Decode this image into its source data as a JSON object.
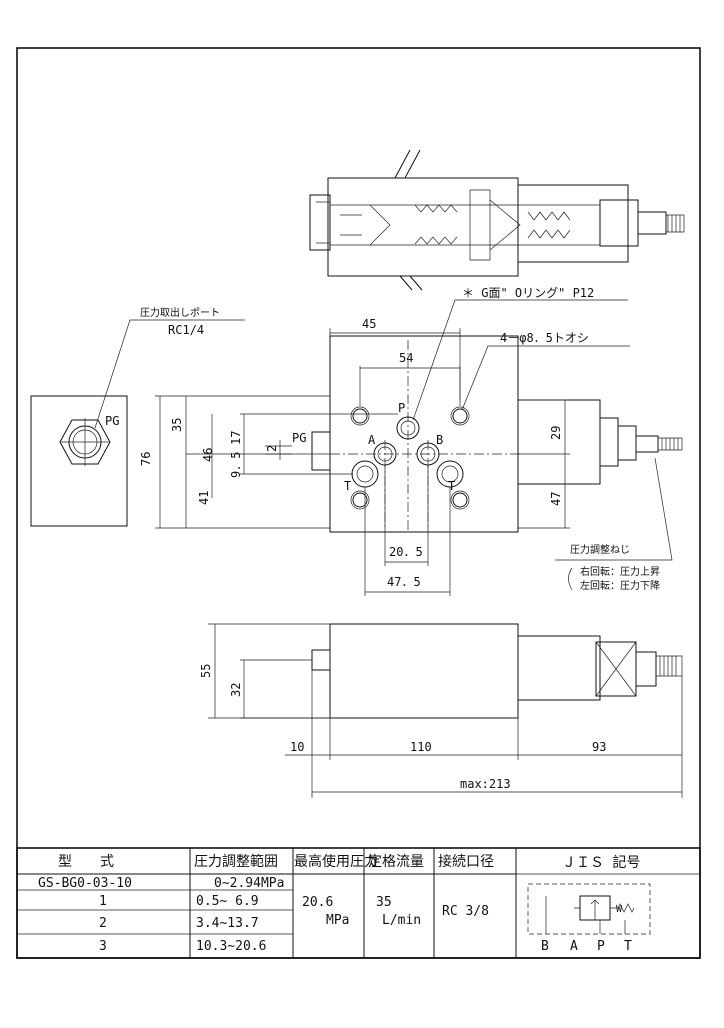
{
  "drawing": {
    "port_label": "圧力取出しポート",
    "port_size": "RC1/4",
    "oring_note": "＊ G面\" Oリング\"  P12",
    "hole_note": "4－φ8．5トオシ",
    "adjust_screw": "圧力調整ねじ",
    "right_turn": "右回転：圧力上昇",
    "left_turn": "左回転：圧力下降",
    "ports": {
      "PG_side": "PG",
      "PG_front": "PG",
      "P": "P",
      "A": "A",
      "B": "B",
      "T1": "T",
      "T2": "T"
    },
    "dims": {
      "d45": "45",
      "d54": "54",
      "d76": "76",
      "d35": "35",
      "d46": "46",
      "d41": "41",
      "d17": "17",
      "d2": "2",
      "d95": "9．5",
      "d29": "29",
      "d47": "47",
      "d205": "20．5",
      "d475": "47．5",
      "d55": "55",
      "d32": "32",
      "d10": "10",
      "d110": "110",
      "d93": "93",
      "dmax": "max:213"
    }
  },
  "table": {
    "headers": {
      "model": "型　　式",
      "range": "圧力調整範囲",
      "max_pressure": "最高使用圧力",
      "flow": "定格流量",
      "port": "接続口径",
      "jis": "ＪＩＳ 記号"
    },
    "rows": [
      {
        "model": "GS-BG0-03-10",
        "range": "0~2.94MPa"
      },
      {
        "model": "1",
        "range": "0.5~ 6.9"
      },
      {
        "model": "2",
        "range": "3.4~13.7"
      },
      {
        "model": "3",
        "range": "10.3~20.6"
      }
    ],
    "max_pressure_value": "20.6",
    "max_pressure_unit": "MPa",
    "flow_value": "35",
    "flow_unit": "L/min",
    "port_value": "RC 3/8",
    "jis_ports": [
      "B",
      "A",
      "P",
      "T"
    ],
    "jis_w": "W"
  }
}
